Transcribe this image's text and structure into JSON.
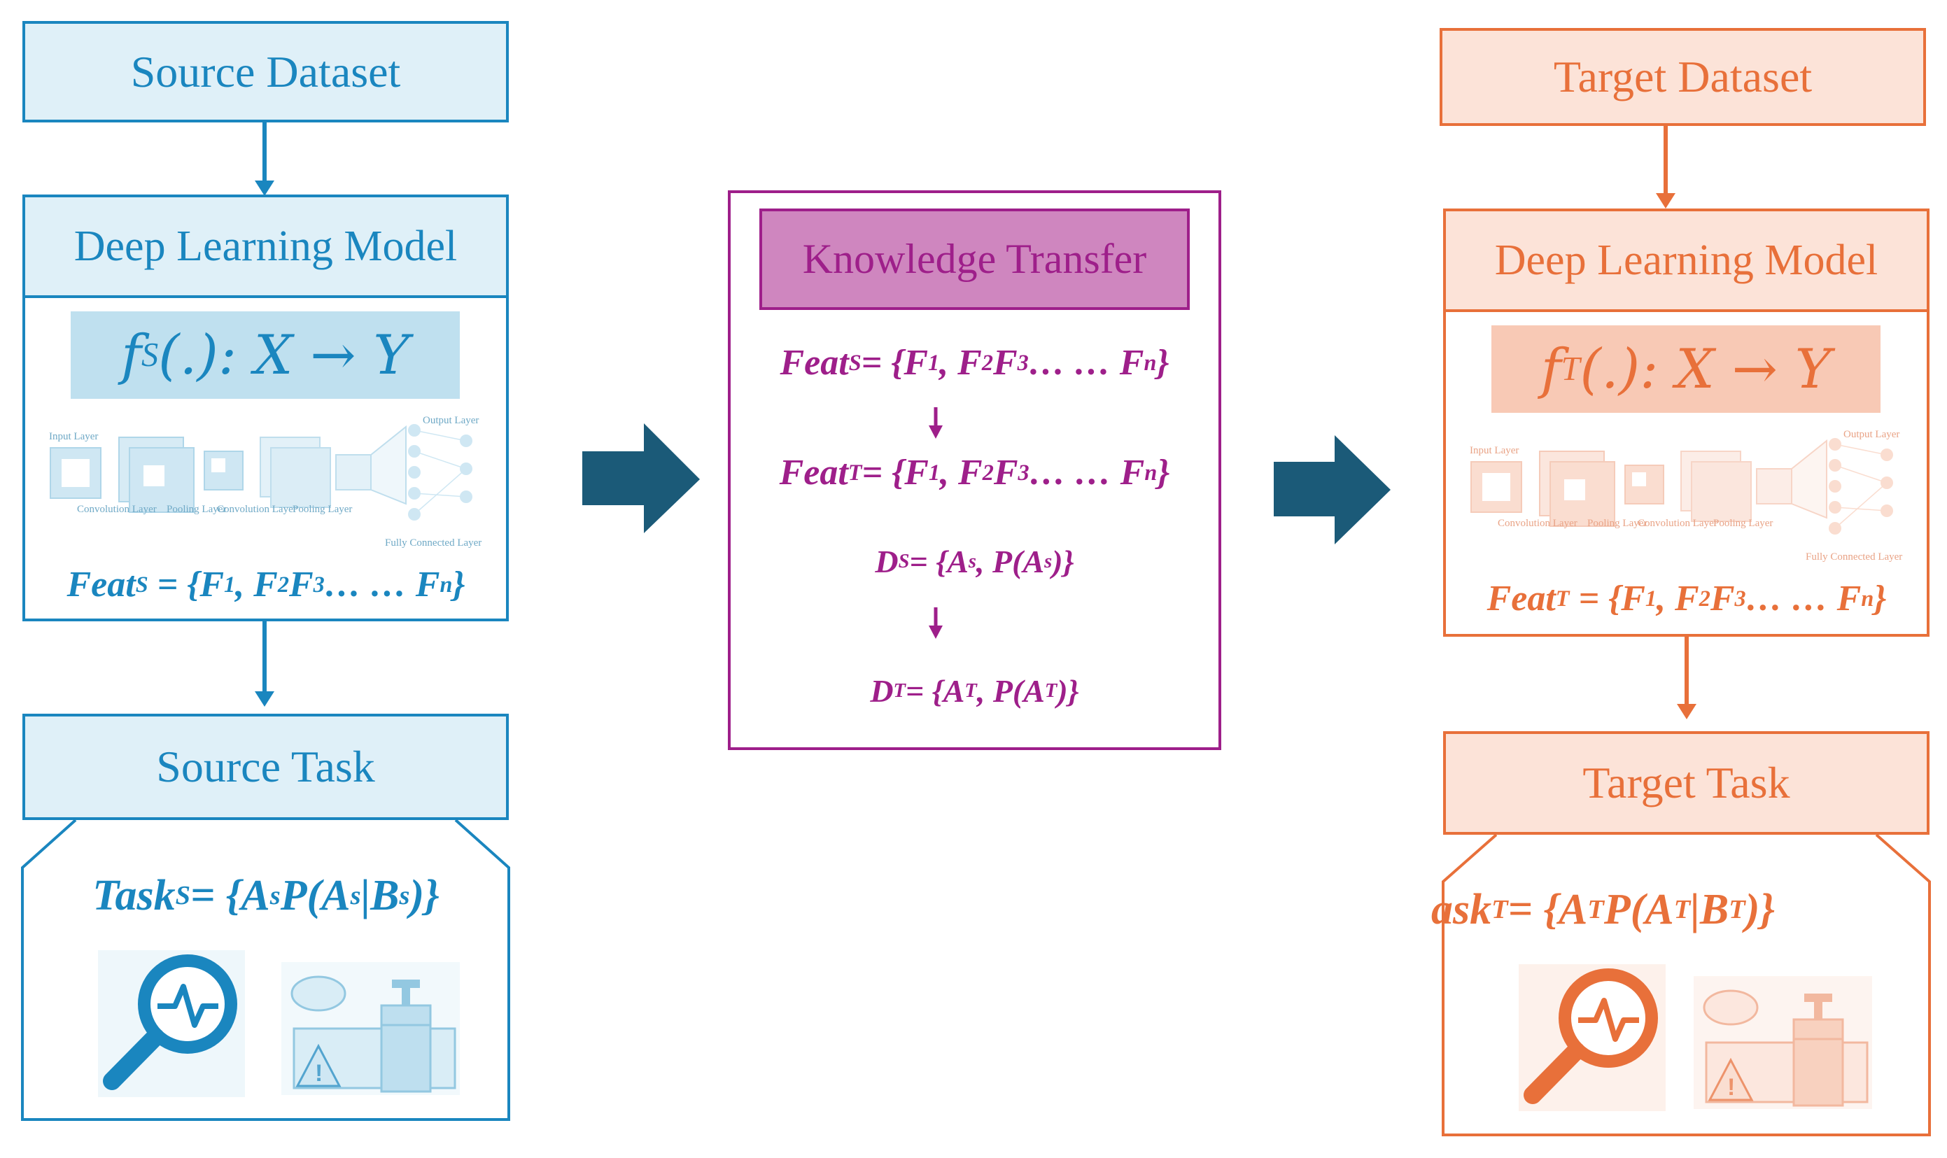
{
  "colors": {
    "source": "#1a86bf",
    "source_fill": "#dff0f8",
    "transfer": "#9e1f8a",
    "transfer_fill": "#cf86bf",
    "target": "#e8703a",
    "target_fill": "#fce3d8",
    "arrow": "#1b5a78"
  },
  "source": {
    "dataset": "Source Dataset",
    "model": "Deep Learning Model",
    "func": {
      "f": "f",
      "sub": "S",
      "rest": "(.): X → Y"
    },
    "cnn": {
      "input": "Input Layer",
      "conv1": "Convolution Layer",
      "pool1": "Pooling Layer",
      "conv2": "Convolution Layer",
      "pool2": "Pooling Layer",
      "output": "Output Layer",
      "fc": "Fully Connected Layer"
    },
    "feat": {
      "name": "Feat",
      "sub": "S",
      "body": "= {F",
      "i1": "1",
      "sep1": ", F",
      "i2": "2",
      "mid": "F",
      "i3": "3",
      "dots": " … … F",
      "in": "n",
      "end": "}"
    },
    "task": "Source Task",
    "task_formula": {
      "name": "Task",
      "sub": "S",
      "eq": " = {A",
      "a": "s",
      "p": "P(A",
      "a2": "s",
      "bar": "|B",
      "b": "s",
      "end": ")}"
    }
  },
  "transfer": {
    "title": "Knowledge Transfer",
    "feat_s": {
      "name": "Feat",
      "sub": "S"
    },
    "feat_t": {
      "name": "Feat",
      "sub": "T"
    },
    "set": {
      "body": " = {F",
      "i1": "1",
      "sep1": ", F",
      "i2": "2",
      "mid": "F",
      "i3": "3",
      "dots": " … … F",
      "in": "n",
      "end": "}"
    },
    "ds": {
      "name": "D",
      "sub": "S",
      "body": " = {A",
      "a": "s",
      "mid": ", P(A",
      "a2": "s",
      "end": ")}"
    },
    "dt": {
      "name": "D",
      "sub": "T",
      "body": " = {A",
      "a": "T",
      "mid": ", P(A",
      "a2": "T",
      "end": ")}"
    }
  },
  "target": {
    "dataset": "Target Dataset",
    "model": "Deep Learning Model",
    "func": {
      "f": "f",
      "sub": "T",
      "rest": "(.): X → Y"
    },
    "cnn": {
      "input": "Input Layer",
      "conv1": "Convolution Layer",
      "pool1": "Pooling Layer",
      "conv2": "Convolution Layer",
      "pool2": "Pooling Layer",
      "output": "Output Layer",
      "fc": "Fully Connected Layer"
    },
    "feat": {
      "name": "Feat",
      "sub": "T",
      "body": "= {F",
      "i1": "1",
      "sep1": ", F",
      "i2": "2",
      "mid": "F",
      "i3": "3",
      "dots": " … … F",
      "in": "n",
      "end": "}"
    },
    "task": "Target Task",
    "task_formula": {
      "name": "ask",
      "sub": "T",
      "eq": " = {A",
      "a": "T",
      "p": "P(A",
      "a2": "T",
      "bar": "|B",
      "b": "T",
      "end": ")}"
    }
  },
  "icons": [
    "magnifier-pulse-icon",
    "leaking-valve-icon"
  ]
}
